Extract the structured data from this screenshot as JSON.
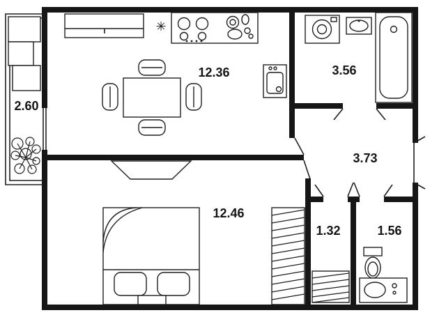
{
  "plan": {
    "rooms": {
      "balcony": {
        "label": "2.60"
      },
      "kitchen_living": {
        "label": "12.36"
      },
      "bathroom": {
        "label": "3.56"
      },
      "hallway": {
        "label": "3.73"
      },
      "bedroom": {
        "label": "12.46"
      },
      "storage": {
        "label": "1.32"
      },
      "wc": {
        "label": "1.56"
      }
    },
    "symbols": {
      "snowflake": "✳"
    },
    "colors": {
      "wall": "#161616",
      "line": "#1f1f1f",
      "background": "#ffffff"
    }
  }
}
